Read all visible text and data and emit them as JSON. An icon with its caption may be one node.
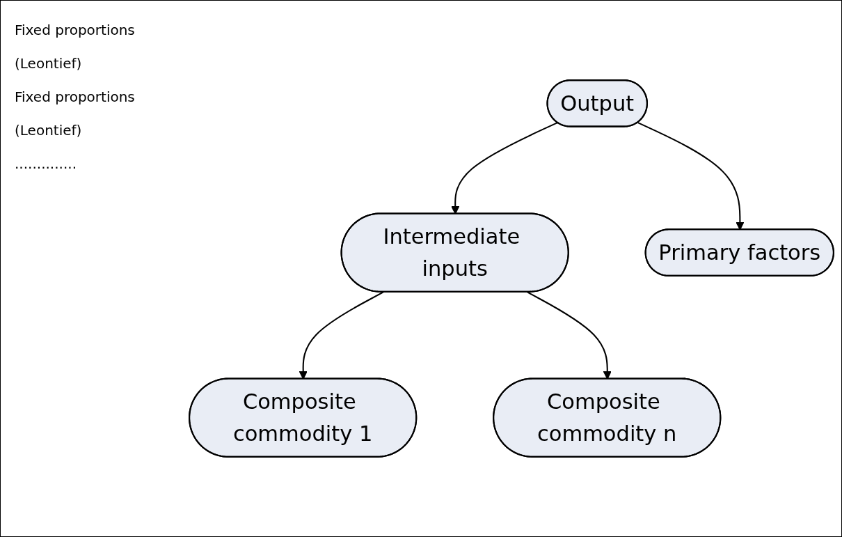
{
  "diagram": {
    "nodes": [
      {
        "text": [
          "Output"
        ]
      },
      {
        "text": [
          "Intermediate inputs"
        ]
      },
      {
        "text": [
          "Primary factors"
        ]
      },
      {
        "text": [
          "Composite commodity 1"
        ]
      },
      {
        "text": [
          "Composite commodity n"
        ]
      }
    ],
    "edges": [
      {
        "from": 0,
        "to": 1,
        "arrow": "to"
      },
      {
        "from": 0,
        "to": 2,
        "arrow": "to"
      },
      {
        "from": 1,
        "to": 3,
        "arrow": "to"
      },
      {
        "from": 1,
        "to": 4,
        "arrow": "to"
      }
    ],
    "labels": [
      "Fixed proportions",
      "(Leontief)",
      "Fixed proportions",
      "(Leontief)",
      ".............."
    ]
  }
}
